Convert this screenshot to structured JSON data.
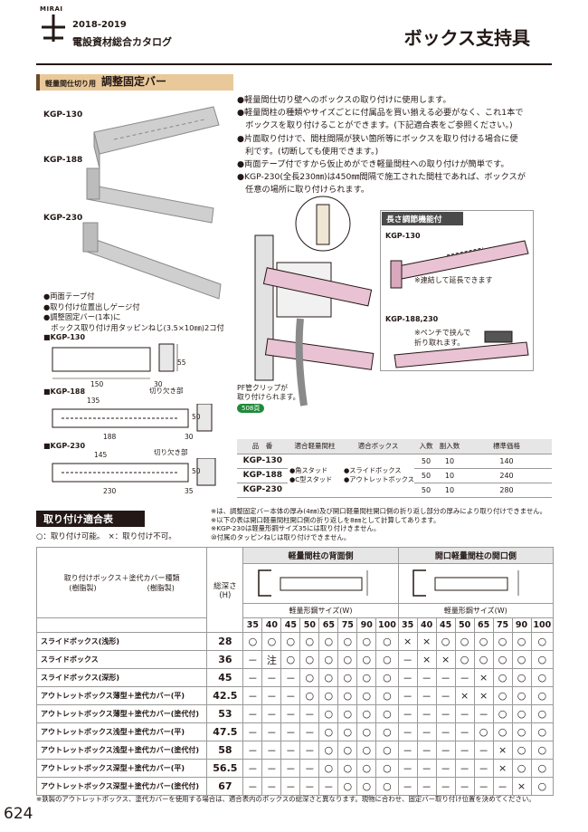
{
  "header": {
    "logo": "MIRAI",
    "years": "2018-2019",
    "catalog": "電設資材総合カタログ",
    "page_title": "ボックス支持具"
  },
  "category": {
    "sub": "軽量間仕切り用",
    "label": "調整固定バー"
  },
  "product_labels": {
    "p1": "KGP-130",
    "p2": "KGP-188",
    "p3": "KGP-230"
  },
  "features": [
    "●軽量間仕切り壁へのボックスの取り付けに使用します。",
    "●軽量間柱の種類やサイズごとに付属品を買い揃える必要がなく、これ1本で",
    "　ボックスを取り付けることができます。(下記適合表をご参照ください。)",
    "●片面取り付けで、間柱間隔が狭い箇所等にボックスを取り付ける場合に便",
    "　利です。(切断しても使用できます。)",
    "●両面テープ付ですから仮止めができ軽量間柱への取り付けが簡単です。",
    "●KGP-230(全長230㎜)は450㎜間隔で施工された間柱であれば、ボックスが",
    "　任意の場所に取り付けられます。"
  ],
  "accessories": [
    "●両面テープ付",
    "●取り付け位置出しゲージ付",
    "●調整固定バー(1本)に",
    "　ボックス取り付け用タッピンねじ(3.5×10㎜)2コ付"
  ],
  "dims": {
    "kgp130_label": "■KGP-130",
    "kgp130_w": "150",
    "kgp130_h": "55",
    "kgp130_side": "30",
    "kgp188_label": "■KGP-188",
    "kgp188_top": "135",
    "kgp188_w": "188",
    "kgp188_h": "50",
    "kgp188_side": "30",
    "kgp188_notch": "切り欠き部",
    "kgp230_label": "■KGP-230",
    "kgp230_top": "145",
    "kgp230_w": "230",
    "kgp230_h": "50",
    "kgp230_side": "35",
    "kgp230_notch": "切り欠き部"
  },
  "pf_clip": {
    "text1": "PF管クリップが",
    "text2": "取り付けられます。",
    "ref": "508頁"
  },
  "note_box": {
    "title": "長さ調節機能付",
    "kgp130": "KGP-130",
    "extend": "※連結して延長できます",
    "kgp188": "KGP-188,230",
    "pliers1": "※ペンチで挟んで",
    "pliers2": "折り取れます。"
  },
  "product_table": {
    "headers": [
      "品　番",
      "適合軽量間柱",
      "適合ボックス",
      "入数",
      "副入数",
      "標準価格"
    ],
    "stud": [
      "●角スタッド",
      "●C型スタッド"
    ],
    "box": [
      "●スライドボックス",
      "●アウトレットボックス"
    ],
    "rows": [
      {
        "code": "KGP-130",
        "qty": "50",
        "sub": "10",
        "price": "140"
      },
      {
        "code": "KGP-188",
        "qty": "50",
        "sub": "10",
        "price": "240"
      },
      {
        "code": "KGP-230",
        "qty": "50",
        "sub": "10",
        "price": "280"
      }
    ]
  },
  "fit": {
    "title": "取り付け適合表",
    "legend": "○：取り付け可能。　×：取り付け不可。",
    "notes": [
      "※は、調整固定バー本体の厚み(4㎜)及び開口軽量間柱開口側の折り返し部分の厚みにより取り付けできません。",
      "※以下の表は開口軽量間柱開口側の折り返しを8㎜として計算してあります。",
      "※KGP-230は軽量形鋼サイズ35には取り付けきません。",
      "⑩付属のタッピンねじは取り付けできません。"
    ],
    "col_header_box": "取り付けボックス＋塗代カバー種類",
    "col_header_box2": "(樹脂製)　　　　　　　(樹脂製)",
    "depth_header": "総深さ",
    "depth_unit": "(H)",
    "group1": "軽量間柱の背面側",
    "group2": "開口軽量間柱の開口側",
    "size_label1": "軽量形鋼サイズ(W)",
    "size_label2": "軽量形鋼サイズ(W)",
    "sizes": [
      "35",
      "40",
      "45",
      "50",
      "65",
      "75",
      "90",
      "100"
    ],
    "rows": [
      {
        "name": "スライドボックス(浅形)",
        "depth": "28",
        "g1": [
          "○",
          "○",
          "○",
          "○",
          "○",
          "○",
          "○",
          "○"
        ],
        "g2": [
          "×",
          "×",
          "○",
          "○",
          "○",
          "○",
          "○",
          "○"
        ]
      },
      {
        "name": "スライドボックス",
        "depth": "36",
        "g1": [
          "－",
          "注",
          "○",
          "○",
          "○",
          "○",
          "○",
          "○"
        ],
        "g2": [
          "－",
          "×",
          "×",
          "○",
          "○",
          "○",
          "○",
          "○"
        ]
      },
      {
        "name": "スライドボックス(深形)",
        "depth": "45",
        "g1": [
          "－",
          "－",
          "－",
          "○",
          "○",
          "○",
          "○",
          "○"
        ],
        "g2": [
          "－",
          "－",
          "－",
          "－",
          "×",
          "○",
          "○",
          "○"
        ]
      },
      {
        "name": "アウトレットボックス薄型＋塗代カバー(平)",
        "depth": "42.5",
        "g1": [
          "－",
          "－",
          "－",
          "○",
          "○",
          "○",
          "○",
          "○"
        ],
        "g2": [
          "－",
          "－",
          "－",
          "×",
          "×",
          "○",
          "○",
          "○"
        ]
      },
      {
        "name": "アウトレットボックス薄型＋塗代カバー(塗代付)",
        "depth": "53",
        "g1": [
          "－",
          "－",
          "－",
          "－",
          "○",
          "○",
          "○",
          "○"
        ],
        "g2": [
          "－",
          "－",
          "－",
          "－",
          "－",
          "○",
          "○",
          "○"
        ]
      },
      {
        "name": "アウトレットボックス浅型＋塗代カバー(平)",
        "depth": "47.5",
        "g1": [
          "－",
          "－",
          "－",
          "－",
          "○",
          "○",
          "○",
          "○"
        ],
        "g2": [
          "－",
          "－",
          "－",
          "－",
          "○",
          "○",
          "○",
          "○"
        ]
      },
      {
        "name": "アウトレットボックス浅型＋塗代カバー(塗代付)",
        "depth": "58",
        "g1": [
          "－",
          "－",
          "－",
          "－",
          "○",
          "○",
          "○",
          "○"
        ],
        "g2": [
          "－",
          "－",
          "－",
          "－",
          "－",
          "×",
          "○",
          "○"
        ]
      },
      {
        "name": "アウトレットボックス深型＋塗代カバー(平)",
        "depth": "56.5",
        "g1": [
          "－",
          "－",
          "－",
          "－",
          "○",
          "○",
          "○",
          "○"
        ],
        "g2": [
          "－",
          "－",
          "－",
          "－",
          "－",
          "×",
          "○",
          "○"
        ]
      },
      {
        "name": "アウトレットボックス深型＋塗代カバー(塗代付)",
        "depth": "67",
        "g1": [
          "－",
          "－",
          "－",
          "－",
          "－",
          "○",
          "○",
          "○"
        ],
        "g2": [
          "－",
          "－",
          "－",
          "－",
          "－",
          "－",
          "×",
          "○"
        ]
      }
    ]
  },
  "footer": "※鉄製のアウトレットボックス、塗代カバーを使用する場合は、適合表内のボックスの総深さと異なります。現物に合わせ、固定バー取り付け位置を決めてください。",
  "page_number": "624"
}
